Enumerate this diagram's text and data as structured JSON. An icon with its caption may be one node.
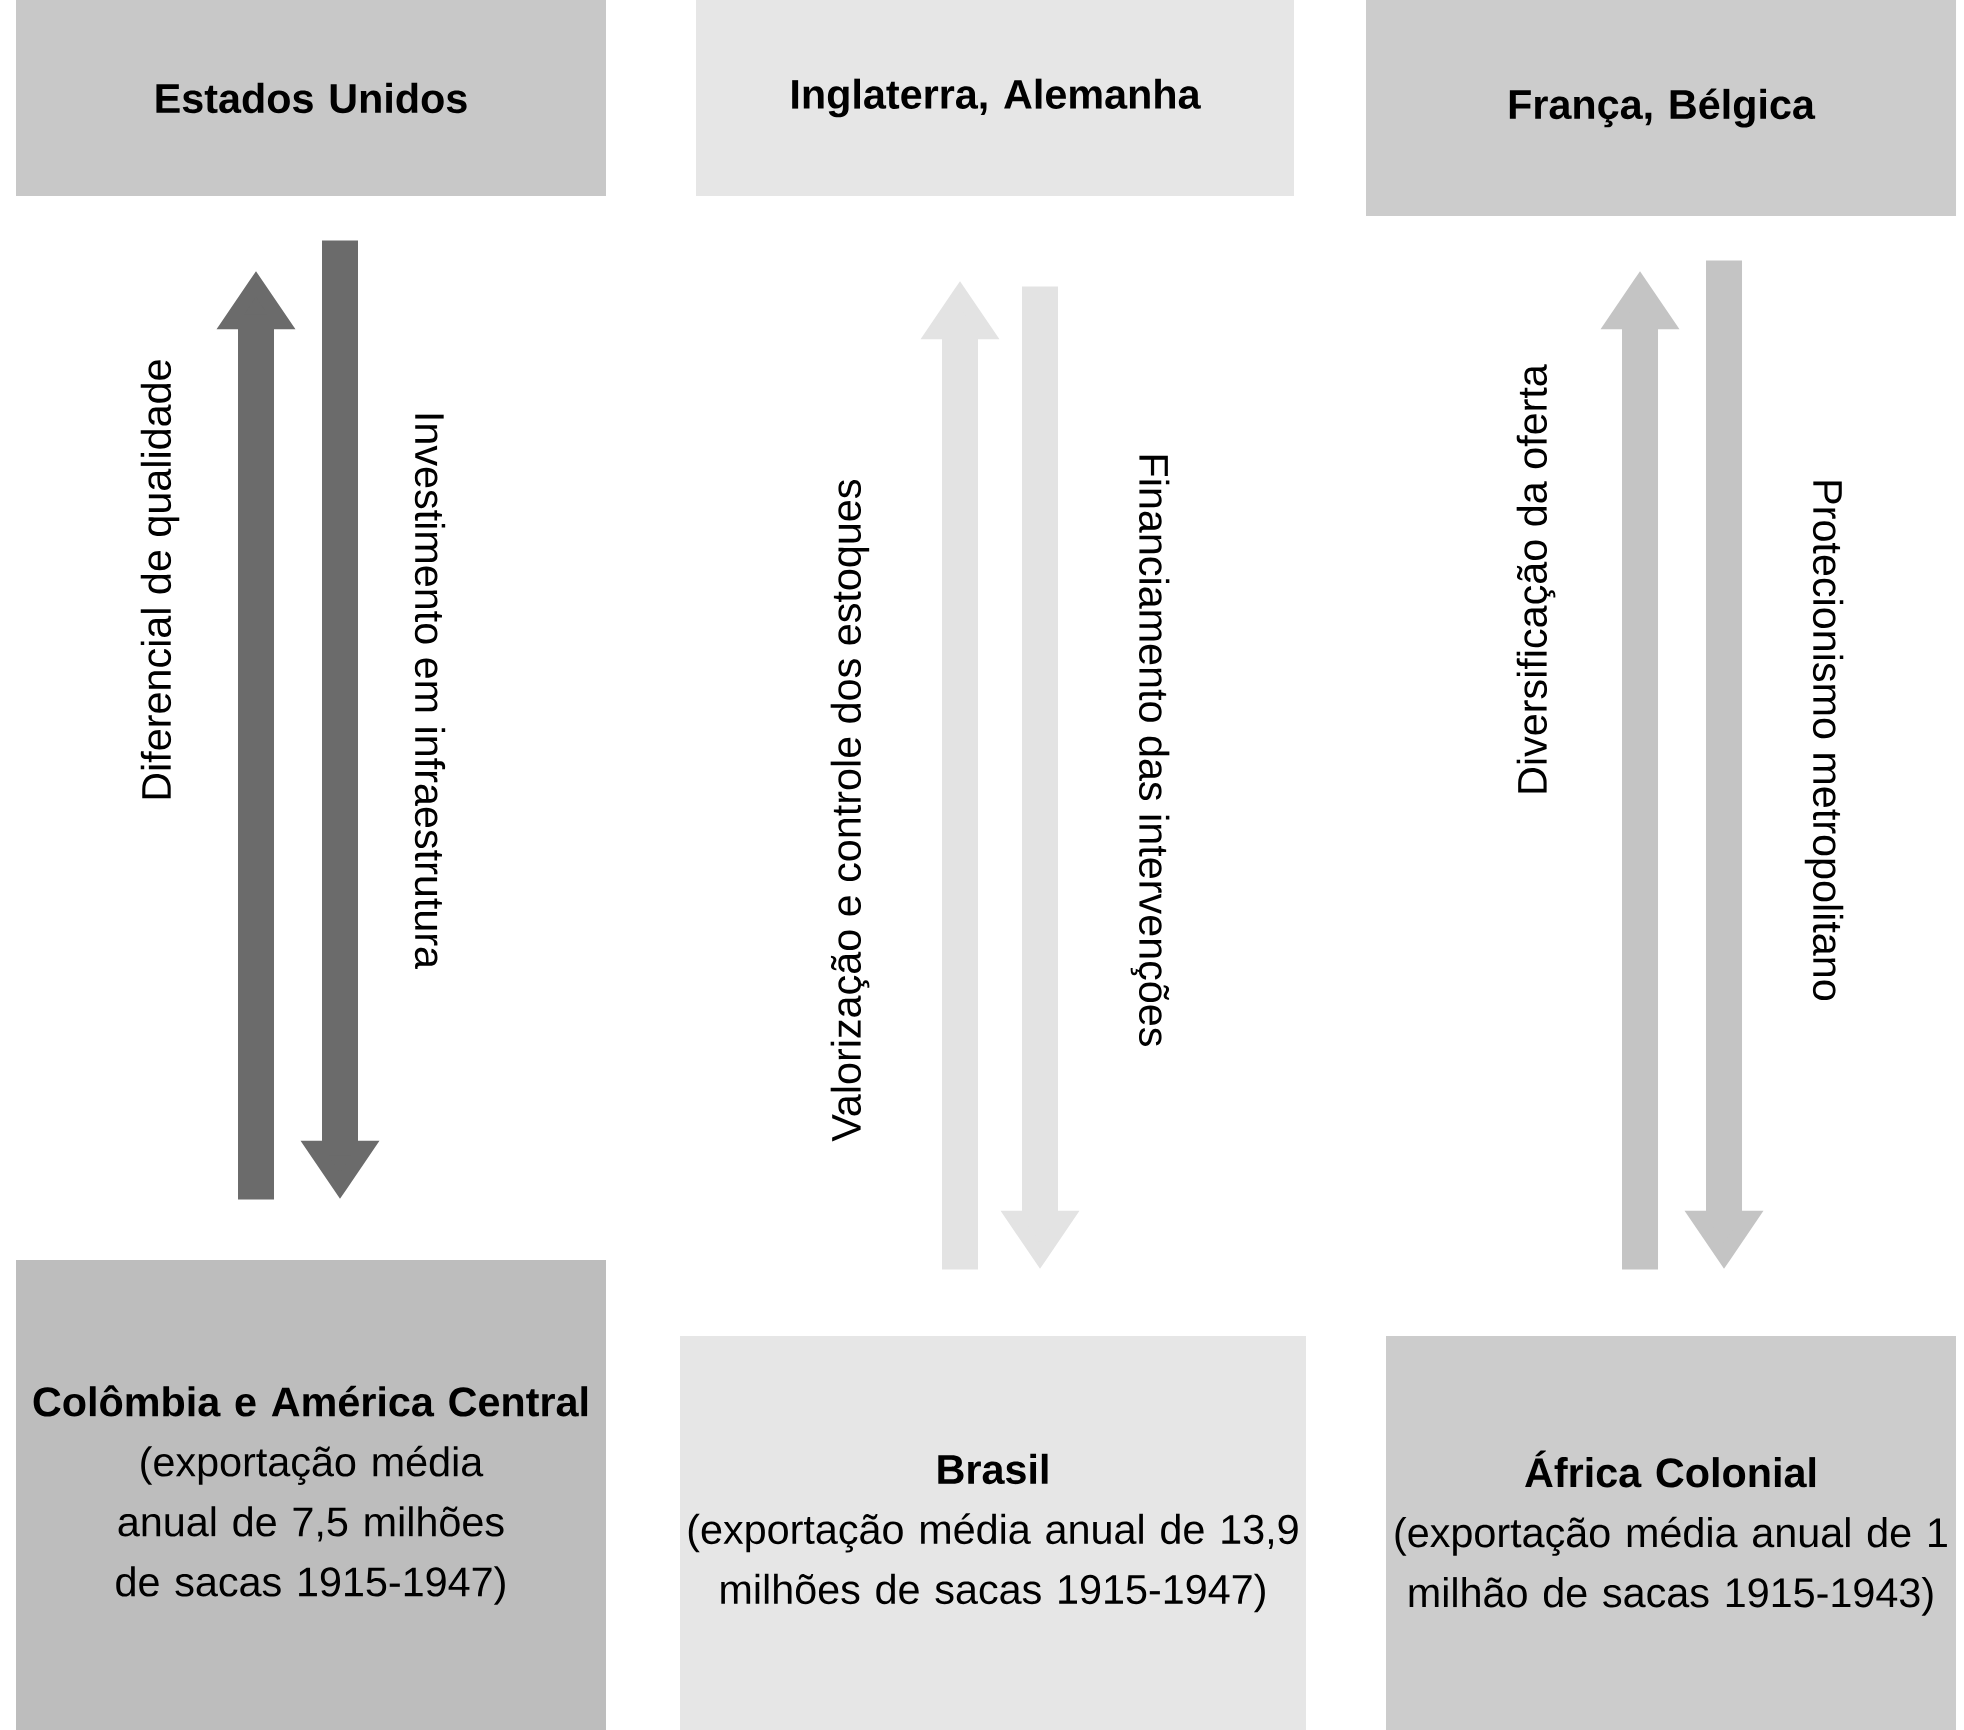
{
  "diagram": {
    "nodes": [
      {
        "text": [
          "Estados Unidos"
        ]
      },
      {
        "text": [
          "Inglaterra, Alemanha"
        ]
      },
      {
        "text": [
          "França, Bélgica"
        ]
      },
      {
        "text": [
          "Colômbia e América Central",
          "(exportação média anual de 7,5 milhões de sacas 1915-1947)"
        ]
      },
      {
        "text": [
          "Brasil",
          "(exportação média anual de 13,9 milhões de sacas 1915-1947)"
        ]
      },
      {
        "text": [
          "África Colonial",
          "(exportação média anual de 1 milhão de sacas 1915-1943)"
        ]
      }
    ],
    "edges": [
      {
        "from": 3,
        "to": 0,
        "arrow": "to",
        "label": "Diferencial de qualidade",
        "color": "#6b6b6b"
      },
      {
        "from": 0,
        "to": 3,
        "arrow": "to",
        "label": "Investimento em infraestrutura",
        "color": "#6b6b6b"
      },
      {
        "from": 4,
        "to": 1,
        "arrow": "to",
        "label": "Valorização e controle dos estoques",
        "color": "#e3e3e3"
      },
      {
        "from": 1,
        "to": 4,
        "arrow": "to",
        "label": "Financiamento das intervenções",
        "color": "#e3e3e3"
      },
      {
        "from": 5,
        "to": 2,
        "arrow": "to",
        "label": "Diversificação da oferta",
        "color": "#c4c4c4"
      },
      {
        "from": 2,
        "to": 5,
        "arrow": "to",
        "label": "Protecionismo metropolitano",
        "color": "#c4c4c4"
      }
    ]
  }
}
